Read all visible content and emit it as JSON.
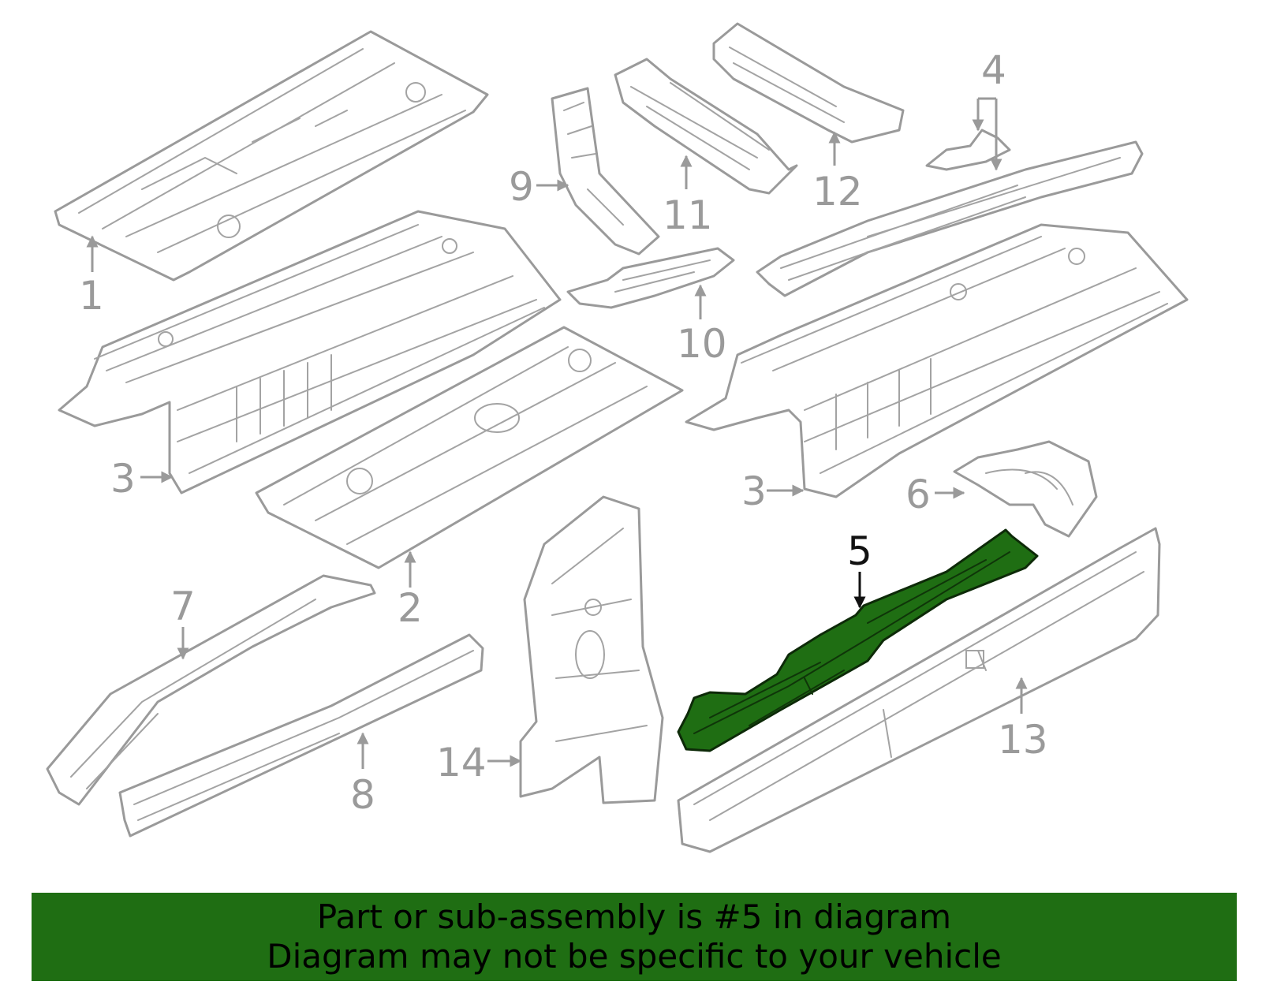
{
  "callouts": {
    "c1": "1",
    "c2": "2",
    "c3a": "3",
    "c3b": "3",
    "c4": "4",
    "c5": "5",
    "c6": "6",
    "c7": "7",
    "c8": "8",
    "c9": "9",
    "c10": "10",
    "c11": "11",
    "c12": "12",
    "c13": "13",
    "c14": "14"
  },
  "highlighted_part": "5",
  "colors": {
    "highlight": "#1f6e13",
    "outline": "#9a9a9a",
    "banner": "#1f6e13"
  },
  "banner": {
    "line1": "Part or sub-assembly is #5 in diagram",
    "line2": "Diagram may not be specific to your vehicle"
  }
}
